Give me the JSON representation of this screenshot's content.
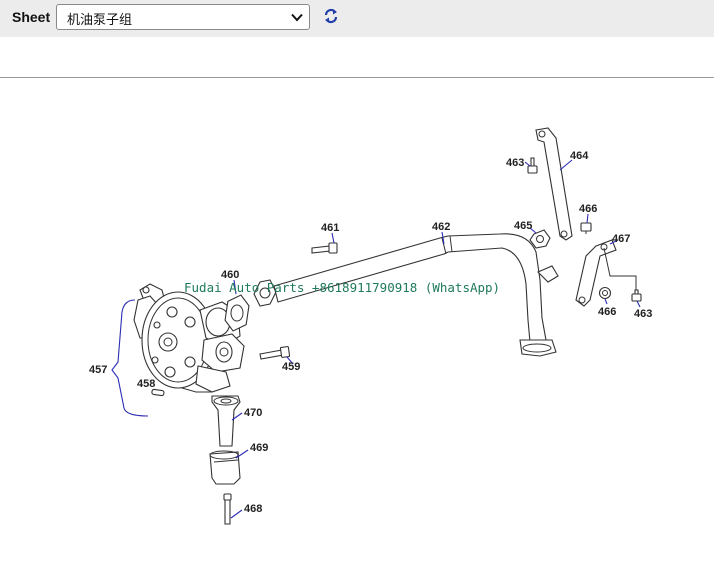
{
  "toolbar": {
    "sheet_label": "Sheet",
    "selected_sheet": "机油泵子组",
    "chevron_icon": "chevron-down-icon",
    "refresh_icon": "refresh-icon"
  },
  "diagram": {
    "watermark": "Fudai Auto Parts +8618911790918 (WhatsApp)",
    "callouts": {
      "c457": "457",
      "c458": "458",
      "c459": "459",
      "c460": "460",
      "c461": "461",
      "c462": "462",
      "c463a": "463",
      "c463b": "463",
      "c464": "464",
      "c465": "465",
      "c466a": "466",
      "c466b": "466",
      "c467": "467",
      "c468": "468",
      "c469": "469",
      "c470": "470"
    }
  }
}
